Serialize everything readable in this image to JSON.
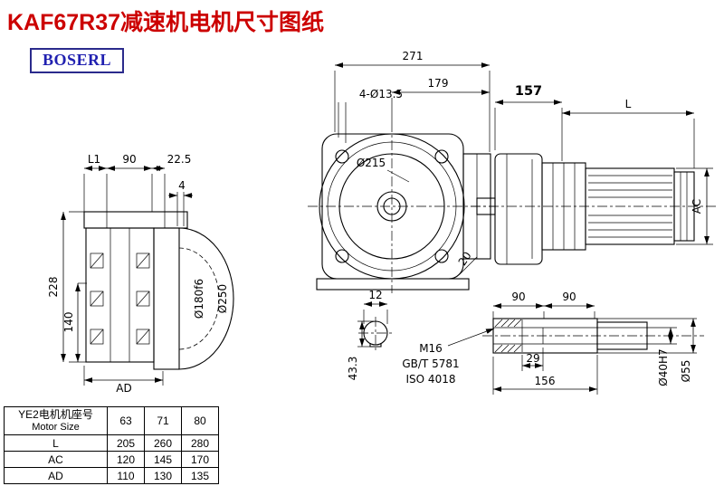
{
  "title": "KAF67R37减速机电机尺寸图纸",
  "brand": "BOSERL",
  "front_view": {
    "d271": "271",
    "d179": "179",
    "holes": "4-Ø13.5",
    "d215": "Ø215",
    "d20": "20"
  },
  "side_view": {
    "d157": "157",
    "dL": "L",
    "dAC": "AC"
  },
  "left_view": {
    "dL1": "L1",
    "d90": "90",
    "d225": "22.5",
    "d4": "4",
    "d228": "228",
    "d140": "140",
    "dAD": "AD",
    "d180": "Ø180f6",
    "d250": "Ø250"
  },
  "key_view": {
    "d12": "12",
    "d433": "43.3"
  },
  "shaft_view": {
    "d90a": "90",
    "d90b": "90",
    "thread": "M16",
    "std1": "GB/T 5781",
    "std2": "ISO 4018",
    "d29": "29",
    "d156": "156",
    "d40": "Ø40H7",
    "d55": "Ø55"
  },
  "table": {
    "header_cn": "YE2电机机座号",
    "header_en": "Motor Size",
    "sizes": [
      "63",
      "71",
      "80"
    ],
    "rows": [
      {
        "label": "L",
        "values": [
          "205",
          "260",
          "280"
        ]
      },
      {
        "label": "AC",
        "values": [
          "120",
          "145",
          "170"
        ]
      },
      {
        "label": "AD",
        "values": [
          "110",
          "130",
          "135"
        ]
      }
    ]
  }
}
